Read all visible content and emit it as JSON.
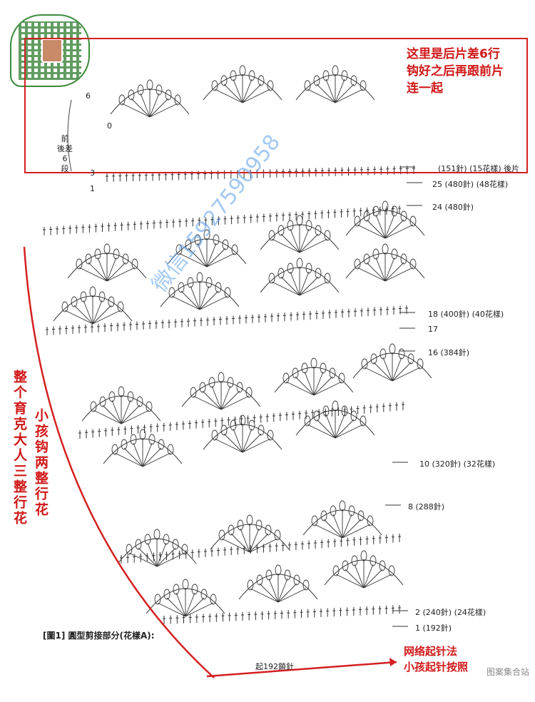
{
  "colors": {
    "note_red": "#d01818",
    "watermark_blue": "#5aa0ea",
    "stitch_ink": "#333333"
  },
  "top_note": {
    "lines": [
      "这里是后片差6行",
      "钩好之后再跟前片",
      "连一起"
    ]
  },
  "left_note": "整个育克大人三整行花",
  "mid_note": "小孩钩两整行花",
  "bottom_note": {
    "line1": "网络起针法",
    "line2": "小孩起针按照"
  },
  "watermark": "微信15927590958",
  "diagram_title": "[圖1] 圓型剪接部分(花樣A):",
  "start_label": "起192鎖針",
  "corner_logo": "图案集合站",
  "side_label": {
    "line1": "前",
    "line2": "後差",
    "line3": "6",
    "line4": "段"
  },
  "row_labels": [
    {
      "id": "r6",
      "text": "6"
    },
    {
      "id": "r3",
      "text": "3"
    },
    {
      "id": "r1top",
      "text": "1"
    },
    {
      "id": "r0",
      "text": "0"
    }
  ],
  "right_labels": [
    {
      "id": "back",
      "text": "(151針) (15花樣) 後片"
    },
    {
      "id": "r25",
      "text": "25 (480針) (48花樣)"
    },
    {
      "id": "r24",
      "text": "24 (480針)"
    },
    {
      "id": "r18",
      "text": "18 (400針) (40花樣)"
    },
    {
      "id": "r17",
      "text": "17"
    },
    {
      "id": "r16",
      "text": "16 (384針)"
    },
    {
      "id": "r10",
      "text": "10 (320針) (32花樣)"
    },
    {
      "id": "r8",
      "text": "8 (288針)"
    },
    {
      "id": "r2",
      "text": "2 (240針) (24花樣)"
    },
    {
      "id": "r1",
      "text": "1 (192針)"
    }
  ]
}
